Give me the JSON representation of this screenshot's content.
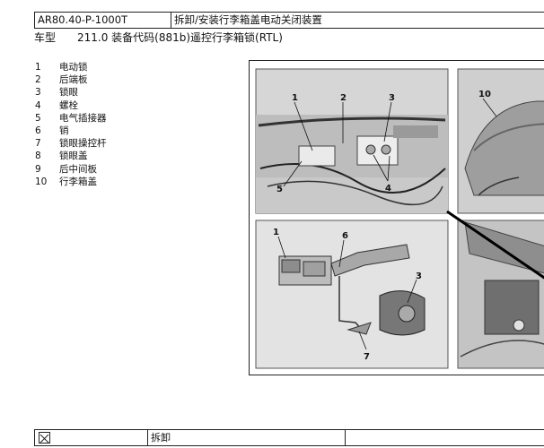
{
  "header": {
    "code": "AR80.40-P-1000T",
    "title": "拆卸/安装行李箱盖电动关闭装置"
  },
  "model": {
    "label": "车型",
    "value": "211.0 装备代码(881b)遥控行李箱锁(RTL)"
  },
  "parts": [
    {
      "num": "1",
      "name": "电动锁"
    },
    {
      "num": "2",
      "name": "后端板"
    },
    {
      "num": "3",
      "name": "锁眼"
    },
    {
      "num": "4",
      "name": "螺栓"
    },
    {
      "num": "5",
      "name": "电气插接器"
    },
    {
      "num": "6",
      "name": "销"
    },
    {
      "num": "7",
      "name": "锁眼操控杆"
    },
    {
      "num": "8",
      "name": "锁眼盖"
    },
    {
      "num": "9",
      "name": "后中间板"
    },
    {
      "num": "10",
      "name": "行李箱盖"
    }
  ],
  "figure": {
    "callouts": [
      "1",
      "2",
      "3",
      "4",
      "5",
      "10",
      "1",
      "6",
      "3",
      "7"
    ]
  },
  "footer": {
    "step_label": "拆卸",
    "icons": [
      "tool-icon"
    ]
  }
}
